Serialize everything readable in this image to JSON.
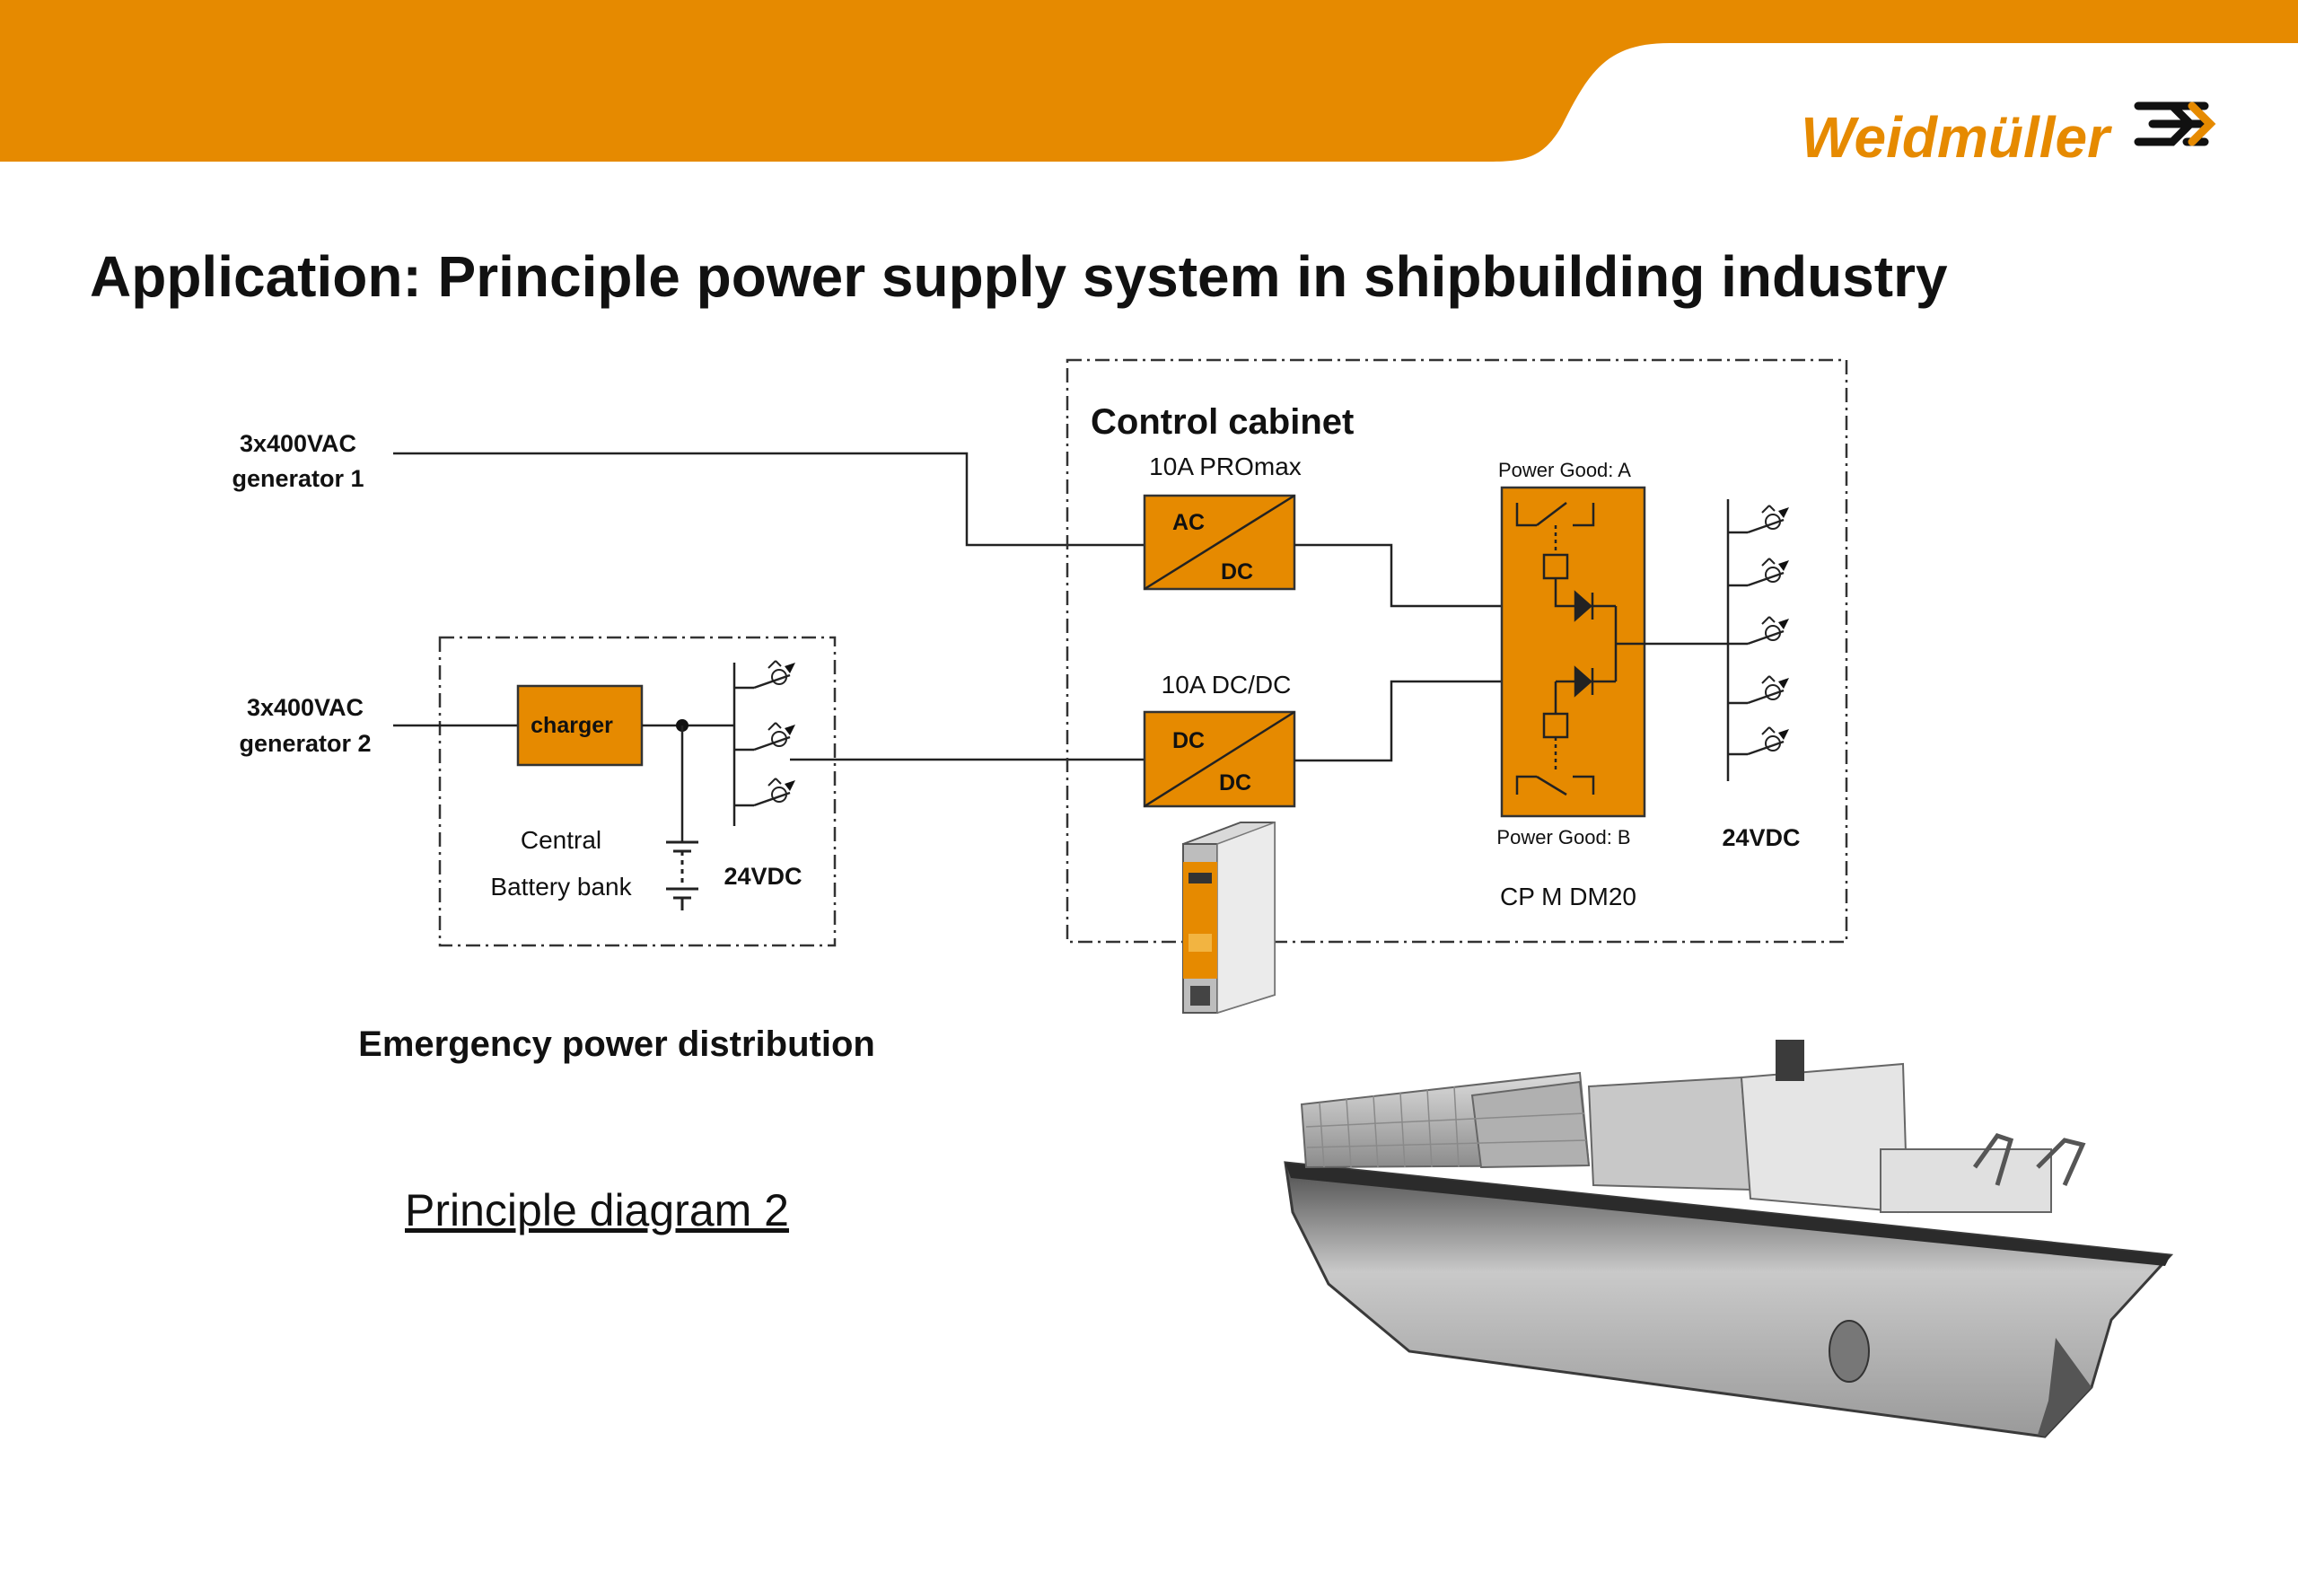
{
  "brand": {
    "name": "Weidmüller",
    "color": "#e68a00"
  },
  "title": "Application: Principle power supply system in shipbuilding industry",
  "inputs": {
    "gen1_line1": "3x400VAC",
    "gen1_line2": "generator 1",
    "gen2_line1": "3x400VAC",
    "gen2_line2": "generator 2"
  },
  "emergency": {
    "charger": "charger",
    "battery_line1": "Central",
    "battery_line2": "Battery bank",
    "voltage": "24VDC",
    "caption": "Emergency power distribution"
  },
  "cabinet": {
    "title": "Control cabinet",
    "acdc_label": "10A PROmax",
    "acdc_in": "AC",
    "acdc_out": "DC",
    "dcdc_label": "10A DC/DC",
    "dcdc_in": "DC",
    "dcdc_out": "DC",
    "pg_a": "Power Good: A",
    "pg_b": "Power Good: B",
    "module_name": "CP M DM20",
    "output_voltage": "24VDC"
  },
  "caption": "Principle diagram 2",
  "icons": [
    "weidmuller-logo-mark",
    "lamp-load-icon",
    "power-supply-device-image",
    "container-ship-image"
  ]
}
